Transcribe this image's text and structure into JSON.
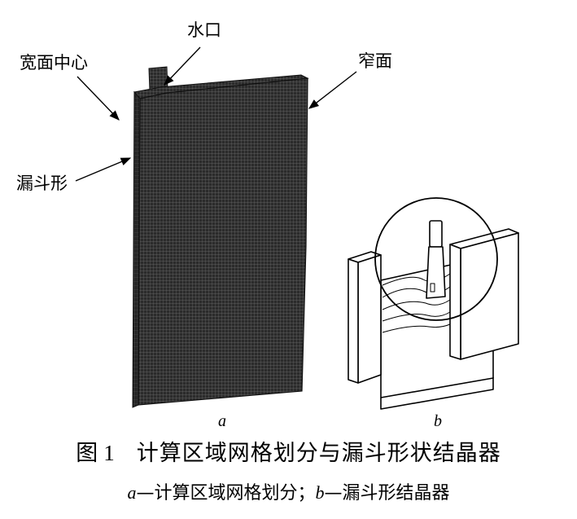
{
  "figure_a": {
    "labels": {
      "nozzle": "水口",
      "wide_face_center": "宽面中心",
      "narrow_face": "窄面",
      "funnel": "漏斗形"
    },
    "sublabel": "a"
  },
  "figure_b": {
    "sublabel": "b"
  },
  "caption": {
    "title_prefix": "图",
    "title_number": "1",
    "title_text": "计算区域网格划分与漏斗形状结晶器",
    "sub_a_letter": "a",
    "sub_a_text": "—计算区域网格划分；",
    "sub_b_letter": "b",
    "sub_b_text": "—漏斗形结晶器"
  }
}
